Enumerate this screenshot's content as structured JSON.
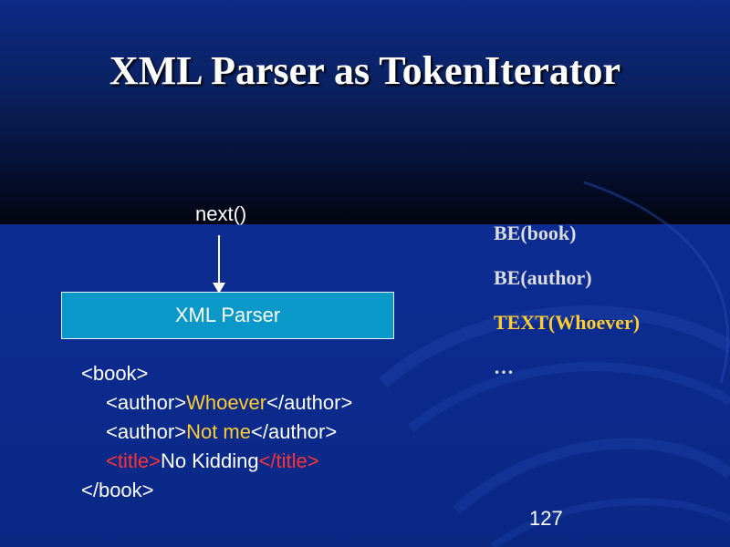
{
  "slide": {
    "title": "XML Parser as TokenIterator",
    "next_label": "next()",
    "parser_label": "XML Parser",
    "page_number": "127"
  },
  "xml_lines": [
    {
      "segments": [
        {
          "text": "<book>",
          "color": "#ffffff"
        }
      ],
      "indent": false
    },
    {
      "segments": [
        {
          "text": "<author>",
          "color": "#ffffff"
        },
        {
          "text": "Whoever",
          "color": "#ffcc33"
        },
        {
          "text": "</author>",
          "color": "#ffffff"
        }
      ],
      "indent": true
    },
    {
      "segments": [
        {
          "text": "<author>",
          "color": "#ffffff"
        },
        {
          "text": "Not me",
          "color": "#ffcc33"
        },
        {
          "text": "</author>",
          "color": "#ffffff"
        }
      ],
      "indent": true
    },
    {
      "segments": [
        {
          "text": "<title>",
          "color": "#ff3333"
        },
        {
          "text": "No Kidding",
          "color": "#ffffff"
        },
        {
          "text": "</title>",
          "color": "#ff3333"
        }
      ],
      "indent": true
    },
    {
      "segments": [
        {
          "text": "</book>",
          "color": "#ffffff"
        }
      ],
      "indent": false
    }
  ],
  "tokens": [
    {
      "text": "BE(book)",
      "color": "#dcdcdc"
    },
    {
      "text": "BE(author)",
      "color": "#dcdcdc"
    },
    {
      "text": "TEXT(Whoever)",
      "color": "#ffcc33"
    },
    {
      "text": "…",
      "color": "#dcdcdc"
    }
  ],
  "colors": {
    "parser_box": "#0a98c8",
    "background": "#0c2a8e",
    "highlight": "#ffcc33",
    "tag_red": "#ff3333"
  }
}
